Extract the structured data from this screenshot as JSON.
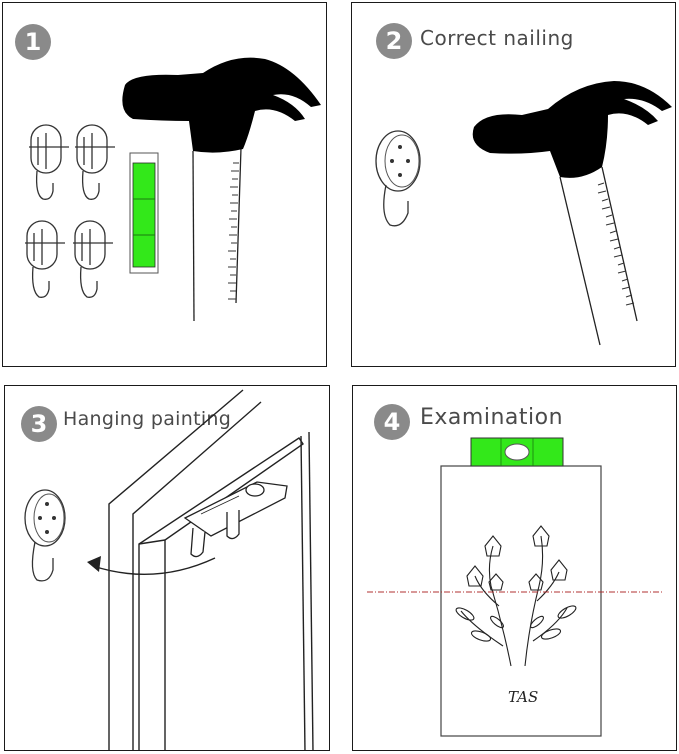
{
  "steps": [
    {
      "number": "1",
      "title": ""
    },
    {
      "number": "2",
      "title": "Correct nailing"
    },
    {
      "number": "3",
      "title": "Hanging painting"
    },
    {
      "number": "4",
      "title": "Examination"
    }
  ],
  "painting_signature": "TAS",
  "icons": {
    "hammer": "hammer-icon",
    "hook": "wall-hook-icon",
    "level": "spirit-level-icon"
  },
  "colors": {
    "badge": "#8a8a8a",
    "title_text": "#4a4a4a",
    "level_green": "#33e81a",
    "level_line": "#b03030",
    "hammer_head": "#000000",
    "outline": "#1a1a1a"
  }
}
